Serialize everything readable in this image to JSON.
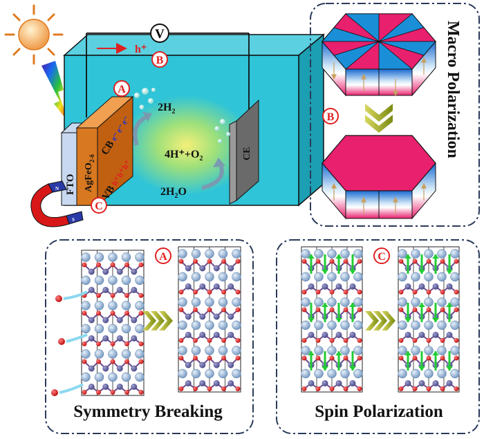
{
  "cell": {
    "fto": "FTO",
    "agfeo": "AgFeO",
    "agfeo_sub": "2-δ",
    "cb": "CB",
    "vb": "VB",
    "electron": "e⁻",
    "hole": "h⁺",
    "ce": "CE",
    "voltmeter": "V",
    "hole_label": "h⁺",
    "h2": "2H",
    "h2_sub": "2",
    "o2_left": "4H⁺+O",
    "o2_sub": "2",
    "h2o_left": "2H",
    "h2o_sub": "2",
    "h2o_right": "O",
    "magnet_n": "N",
    "magnet_s": "S"
  },
  "markers": {
    "a": "A",
    "b": "B",
    "c": "C"
  },
  "panels": {
    "macro_title": "Macro Polarization",
    "symmetry_title": "Symmetry Breaking",
    "spin_title": "Spin Polarization"
  },
  "colors": {
    "water": "#2fc4d8",
    "marker": "#e02020",
    "hex_pink": "#e8206e",
    "hex_blue": "#1a8fd8",
    "atom_big": "#9ab8d8",
    "atom_red": "#d81818",
    "atom_purple": "#5a5a9a",
    "spin_arrow": "#22cc33"
  }
}
